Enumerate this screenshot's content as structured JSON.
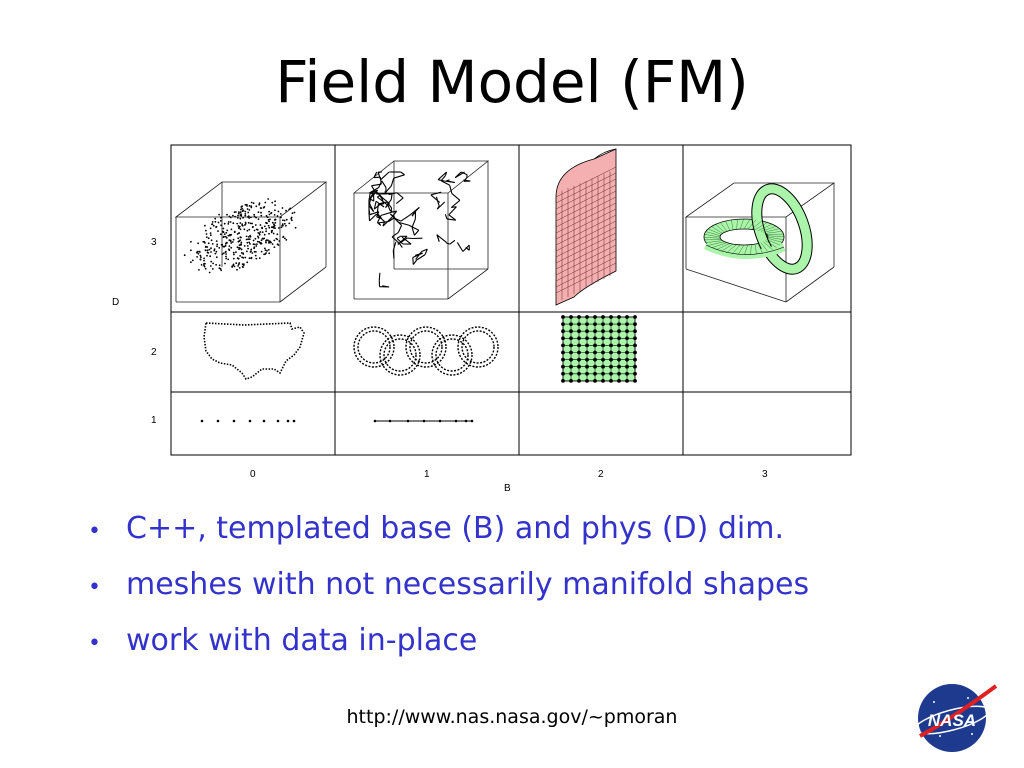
{
  "slide": {
    "title": "Field Model (FM)",
    "bullets": [
      "C++, templated base (B) and phys (D) dim.",
      "meshes with not necessarily manifold shapes",
      "work with data in-place"
    ],
    "footer_url": "http://www.nas.nasa.gov/~pmoran"
  },
  "figure": {
    "x_axis_label": "B",
    "y_axis_label": "D",
    "x_ticks": [
      "0",
      "1",
      "2",
      "3"
    ],
    "y_ticks": [
      "3",
      "2",
      "1"
    ]
  },
  "logo": {
    "text": "NASA"
  },
  "colors": {
    "bullet_text": "#3333cc",
    "mesh_green": "#aaf5aa",
    "sheet_pink": "#f4b0b0"
  }
}
